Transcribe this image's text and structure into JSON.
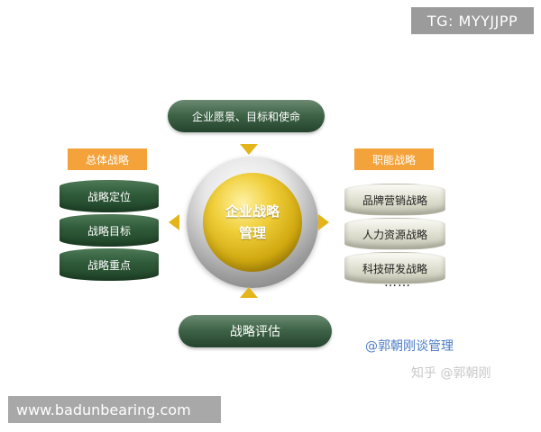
{
  "watermarks": {
    "tg": "TG: MYYJJPP",
    "site": "www.badunbearing.com",
    "author": "@郭朝刚谈管理",
    "zhihu": "知乎 @郭朝刚"
  },
  "diagram": {
    "top_pill": "企业愿景、目标和使命",
    "bottom_pill": "战略评估",
    "center": {
      "line1": "企业战略",
      "line2": "管理"
    },
    "left": {
      "header": "总体战略",
      "items": [
        "战略定位",
        "战略目标",
        "战略重点"
      ]
    },
    "right": {
      "header": "职能战略",
      "items": [
        "品牌营销战略",
        "人力资源战略",
        "科技研发战略"
      ],
      "more": "……"
    }
  },
  "colors": {
    "green": "#2f5a39",
    "orange": "#f4a33b",
    "gold": "#e3b51b",
    "credit_blue": "#4c7cc6"
  }
}
